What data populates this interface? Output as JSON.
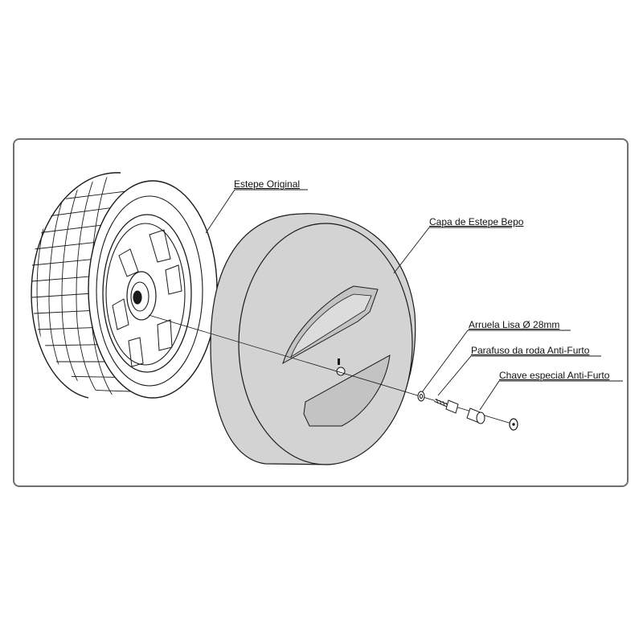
{
  "labels": {
    "spare_wheel": "Estepe Original",
    "cover": "Capa de Estepe Bepo",
    "washer": "Arruela Lisa Ø 28mm",
    "bolt": "Parafuso da roda Anti-Furto",
    "key": "Chave especial Anti-Furto"
  },
  "colors": {
    "cover_fill": "#d3d3d3",
    "line": "#1a1a1a",
    "frame_border": "#6f6f6f"
  }
}
